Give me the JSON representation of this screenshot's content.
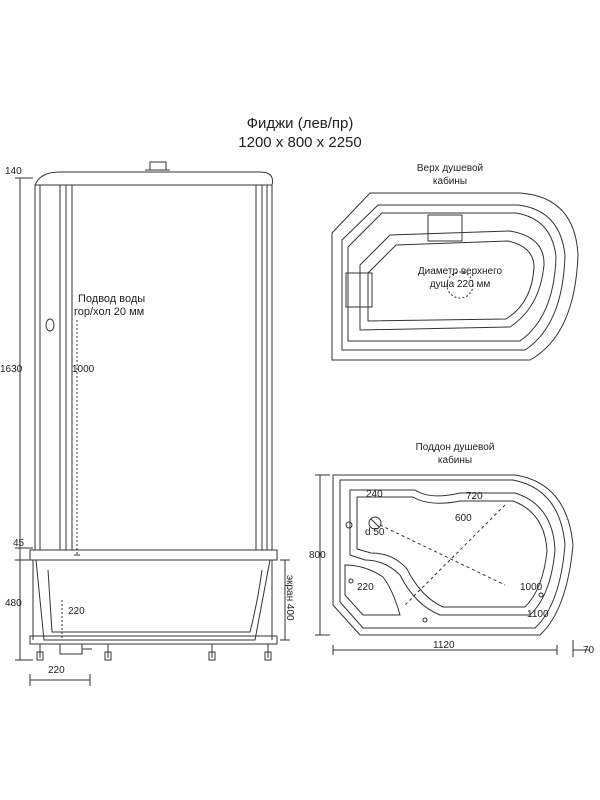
{
  "title": {
    "line1": "Фиджи (лев/пр)",
    "line2": "1200 x 800 x 2250"
  },
  "front_view": {
    "dim_top": "140",
    "dim_height": "1630",
    "dim_45": "45",
    "dim_480": "480",
    "dim_inner_1000": "1000",
    "dim_inner_220": "220",
    "dim_bottom_220": "220",
    "screen_label": "экран 400",
    "water_supply_line1": "Подвод воды",
    "water_supply_line2": "гор/хол 20 мм"
  },
  "top_view": {
    "caption_line1": "Верх душевой",
    "caption_line2": "кабины",
    "shower_diameter_line1": "Диаметр верхнего",
    "shower_diameter_line2": "душа 220 мм"
  },
  "tray_view": {
    "caption_line1": "Поддон душевой",
    "caption_line2": "кабины",
    "dim_240": "240",
    "dim_720": "720",
    "dim_600": "600",
    "dim_d50": "d 50",
    "dim_220": "220",
    "dim_1000": "1000",
    "dim_1100": "1100",
    "dim_800": "800",
    "dim_1120": "1120",
    "dim_70": "70"
  }
}
